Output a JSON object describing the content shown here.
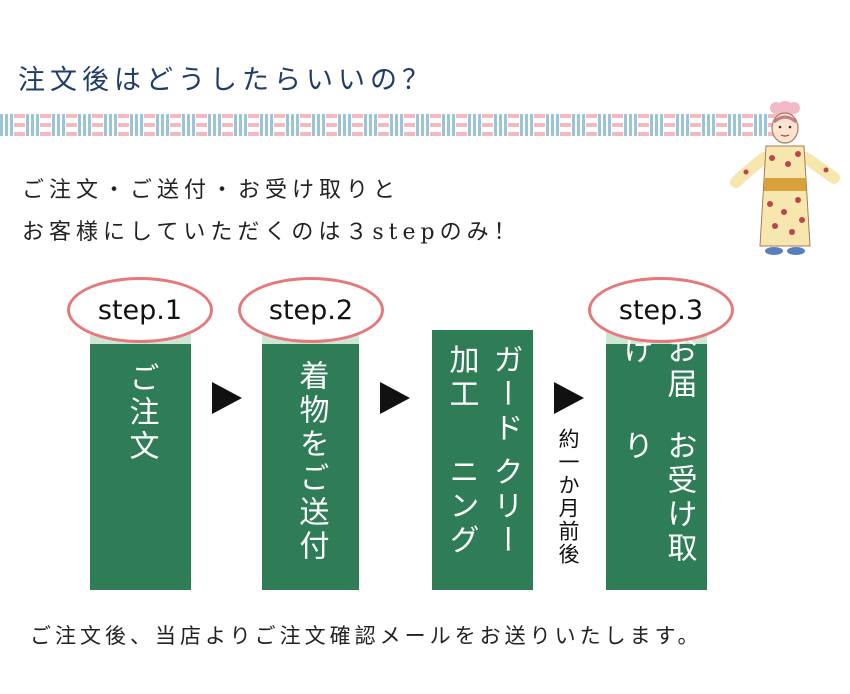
{
  "title": "注文後はどうしたらいいの？",
  "intro": {
    "line1": "ご注文・ご送付・お受け取りと",
    "line2": "お客様にしていただくのは３stepのみ！"
  },
  "steps": [
    {
      "label": "step.1",
      "text": "ご注文"
    },
    {
      "label": "step.2",
      "text": "着物をご送付"
    },
    {
      "label": "",
      "text_col1": "ガード加工",
      "text_col2": "クリーニング"
    },
    {
      "label": "step.3",
      "text_col1": "お届け",
      "text_col2": "お受け取り"
    }
  ],
  "note": "約一か月前後",
  "footer": "ご注文後、当店よりご注文確認メールをお送りいたします。",
  "colors": {
    "box_green": "#2e7d57",
    "title_navy": "#1f3d6b",
    "oval_pink": "#e57878",
    "stripe_blue": "#9ac5d8",
    "stripe_pink": "#f3b9bd"
  },
  "icons": [
    "arrow-right-icon",
    "kimono-lady-illustration"
  ]
}
